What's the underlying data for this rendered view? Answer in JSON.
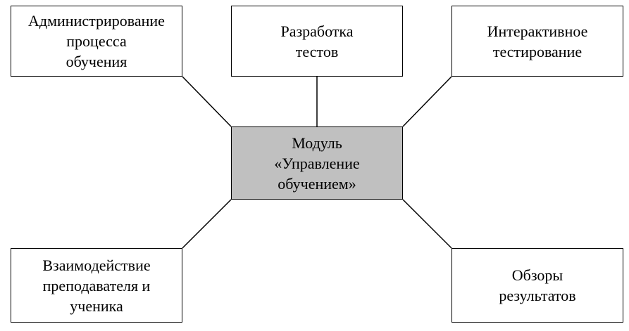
{
  "diagram": {
    "colors": {
      "center_fill": "#c0c0c0",
      "node_fill": "#ffffff",
      "stroke": "#000000"
    },
    "center": {
      "lines": [
        "Модуль",
        "«Управление",
        "обучением»"
      ]
    },
    "nodes": {
      "admin": {
        "lines": [
          "Администрирование",
          "процесса",
          "обучения"
        ]
      },
      "dev": {
        "lines": [
          "Разработка",
          "тестов"
        ]
      },
      "interactive": {
        "lines": [
          "Интерактивное",
          "тестирование"
        ]
      },
      "interaction": {
        "lines": [
          "Взаимодействие",
          "преподавателя и",
          "ученика"
        ]
      },
      "reviews": {
        "lines": [
          "Обзоры",
          "результатов"
        ]
      }
    }
  }
}
